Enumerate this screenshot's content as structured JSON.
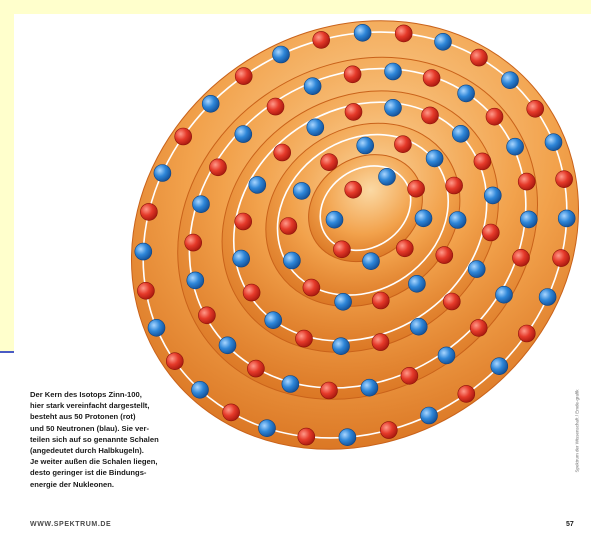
{
  "caption": "Der Kern des Isotops Zinn-100,\nhier stark vereinfacht dargestellt,\nbesteht aus 50 Protonen (rot)\nund 50 Neutronen (blau). Sie ver-\nteilen sich auf so genannte Schalen\n(angedeutet durch Halbkugeln).\nJe weiter außen die Schalen liegen,\ndesto geringer ist die Bindungs-\nenergie der Nukleonen.",
  "footer": {
    "url": "WWW.SPEKTRUM.DE",
    "page": "57"
  },
  "credit": "Spektrum der Wissenschaft / Emde-grafik",
  "colors": {
    "overlay": "#ffffcc",
    "overlay_rule": "#4a5bc4",
    "proton": "#e03a2a",
    "neutron": "#2a7fd4",
    "shell_light": "#f7c98a",
    "shell_dark": "#d9731f"
  },
  "nucleus": {
    "protons": 50,
    "neutrons": 50,
    "shells": 5
  }
}
